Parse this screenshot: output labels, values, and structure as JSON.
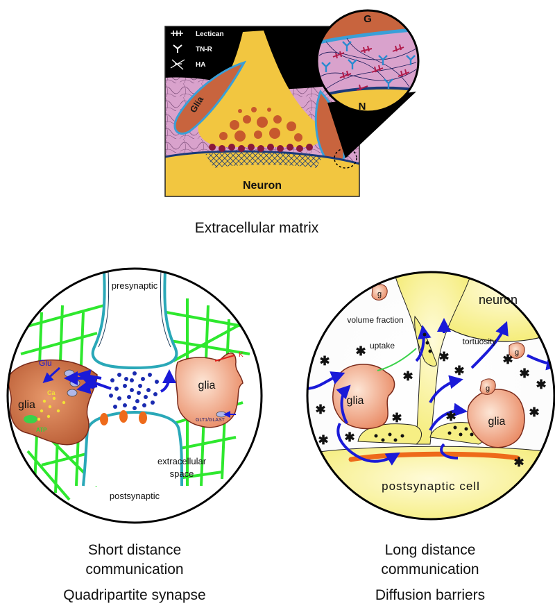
{
  "top_panel": {
    "legend": [
      {
        "label": "Lectican",
        "icon": "lectican-icon"
      },
      {
        "label": "TN-R",
        "icon": "tn-r-icon"
      },
      {
        "label": "HA",
        "icon": "ha-icon"
      }
    ],
    "label_glia": "Glia",
    "label_neuron": "Neuron",
    "zoom_label_g": "G",
    "zoom_label_n": "N",
    "caption": "Extracellular matrix"
  },
  "left_panel": {
    "label_presynaptic": "presynaptic",
    "label_postsynaptic": "postsynaptic",
    "label_glia_left": "glia",
    "label_glia_right": "glia",
    "label_glu": "Glu",
    "label_ca": "Ca",
    "label_atp": "ATP",
    "label_k": "K",
    "label_glt": "GLT1/GLAST",
    "label_extracellular_1": "extracellular",
    "label_extracellular_2": "space",
    "caption_line1": "Short distance",
    "caption_line2": "communication",
    "subcaption": "Quadripartite synapse"
  },
  "right_panel": {
    "label_neuron": "neuron",
    "label_g": "g",
    "label_volume_fraction": "volume fraction",
    "label_uptake": "uptake",
    "label_tortuosity": "tortuosity",
    "label_glia_left": "glia",
    "label_glia_right": "glia",
    "label_postsynaptic_cell": "postsynaptic cell",
    "caption_line1": "Long distance",
    "caption_line2": "communication",
    "subcaption": "Diffusion barriers"
  },
  "colors": {
    "neuron_yellow": "#f2c640",
    "glia_brown": "#cc6e4a",
    "ecm_pink": "#d48cc0",
    "outline_blue": "#3a9fd8",
    "arrow_blue": "#1a1ad8",
    "ecm_green": "#2ee82e",
    "postsynaptic_orange": "#ee6a1a"
  }
}
